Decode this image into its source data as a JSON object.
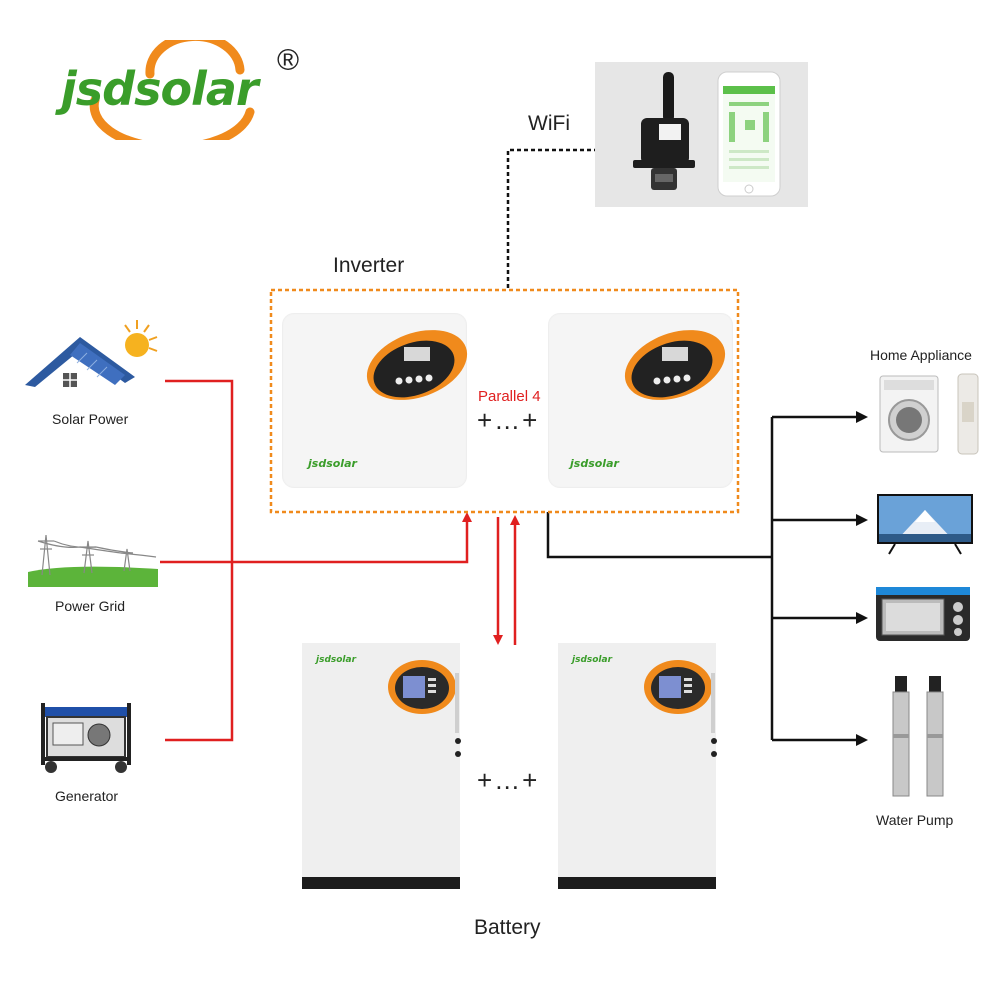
{
  "brand": {
    "logo_text": "jsdsolar",
    "registered_mark": "®",
    "colors": {
      "green": "#3a9d2a",
      "orange": "#f08a1c"
    }
  },
  "wifi": {
    "label": "WiFi"
  },
  "inverter": {
    "label": "Inverter",
    "parallel_label": "Parallel 4",
    "plus_text": "+…+",
    "unit_logo": "jsdsolar"
  },
  "battery": {
    "label": "Battery",
    "plus_text": "+…+",
    "unit_logo": "jsdsolar"
  },
  "sources": [
    {
      "label": "Solar Power",
      "icon": "solar-house-icon"
    },
    {
      "label": "Power Grid",
      "icon": "power-grid-icon"
    },
    {
      "label": "Generator",
      "icon": "generator-icon"
    }
  ],
  "loads": [
    {
      "label": "Home Appliance",
      "icon": "washing-machine-icon"
    },
    {
      "label": "",
      "icon": "tv-icon"
    },
    {
      "label": "",
      "icon": "oven-icon"
    },
    {
      "label": "Water Pump",
      "icon": "water-pump-icon"
    }
  ],
  "wire_colors": {
    "ac_input": "#e02020",
    "output": "#111111",
    "wifi": "#111111"
  }
}
